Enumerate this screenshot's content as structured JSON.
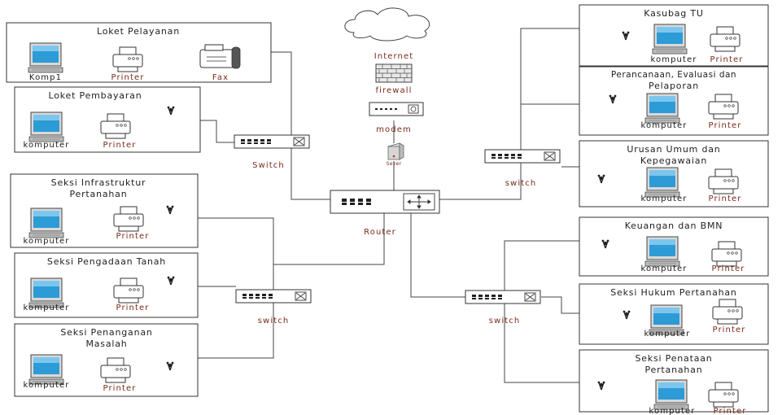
{
  "cloud_label": "Internet",
  "firewall_label": "firewall",
  "modem_label": "modem",
  "server_label": "Sever",
  "router_label": "Router",
  "switch_left_top": "Switch",
  "switch_left_bottom": "switch",
  "switch_right_top": "switch",
  "switch_right_bottom": "switch",
  "rooms": {
    "loket_pelayanan": {
      "title": "Loket Pelayanan",
      "device1": "Komp1",
      "device2": "Printer",
      "device3": "Fax"
    },
    "loket_pembayaran": {
      "title": "Loket Pembayaran",
      "device1": "komputer",
      "device2": "Printer"
    },
    "infrastruktur": {
      "title1": "Seksi Infrastruktur",
      "title2": "Pertanahan",
      "device1": "komputer",
      "device2": "Printer"
    },
    "pengadaan": {
      "title": "Seksi Pengadaan Tanah",
      "device1": "komputer",
      "device2": "Printer"
    },
    "penanganan": {
      "title1": "Seksi Penanganan",
      "title2": "Masalah",
      "device1": "komputer",
      "device2": "Printer"
    },
    "kasubag": {
      "title": "Kasubag TU",
      "device1": "komputer",
      "device2": "Printer"
    },
    "perencanaan": {
      "title1": "Perancanaan, Evaluasi dan",
      "title2": "Pelaporan",
      "device1": "komputer",
      "device2": "Printer"
    },
    "urusan": {
      "title1": "Urusan Umum dan",
      "title2": "Kepegawaian",
      "device1": "komputer",
      "device2": "Printer"
    },
    "keuangan": {
      "title": "Keuangan dan BMN",
      "device1": "komputer",
      "device2": "Printer"
    },
    "hukum": {
      "title": "Seksi Hukum Pertanahan",
      "device1": "komputer",
      "device2": "Printer"
    },
    "penataan": {
      "title1": "Seksi Penataan",
      "title2": "Pertanahan",
      "device1": "komputer",
      "device2": "Printer"
    }
  }
}
